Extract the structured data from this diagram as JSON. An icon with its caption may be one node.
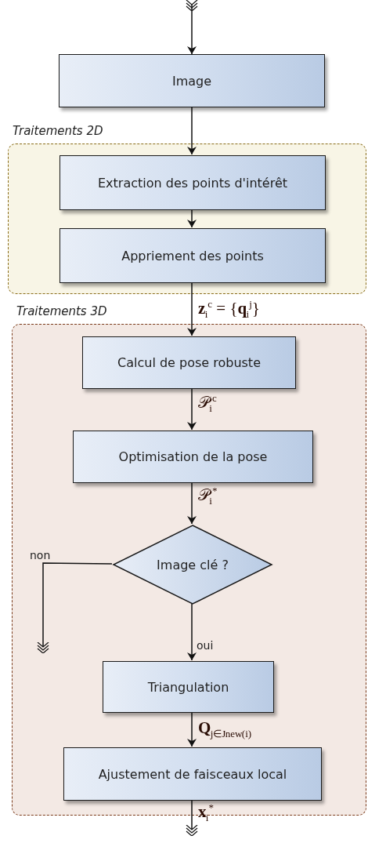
{
  "diagram": {
    "nodes": [
      {
        "text": [
          "Image"
        ]
      },
      {
        "text": [
          "Traitements 2D"
        ]
      },
      {
        "text": [
          "Extraction des points d'intérêt"
        ],
        "in": 1
      },
      {
        "text": [
          "Appriement des points"
        ],
        "in": 1
      },
      {
        "text": [
          "Traitements 3D"
        ]
      },
      {
        "text": [
          "Calcul de pose robuste"
        ],
        "in": 4
      },
      {
        "text": [
          "Optimisation de la pose"
        ],
        "in": 4
      },
      {
        "text": [
          "Image clé ?"
        ],
        "in": 4
      },
      {
        "text": [
          "Triangulation"
        ],
        "in": 4
      },
      {
        "text": [
          "Ajustement de faisceaux local"
        ],
        "in": 4
      }
    ],
    "edges": [
      {
        "from": null,
        "to": 0,
        "arrow": "to"
      },
      {
        "from": 0,
        "to": 2,
        "arrow": "to"
      },
      {
        "from": 2,
        "to": 3,
        "arrow": "to"
      },
      {
        "from": 3,
        "to": 5,
        "arrow": "to",
        "label": "**z**$_{i}$$^{c}$ = {**q**$_{i}$$^{j}$}"
      },
      {
        "from": 5,
        "to": 6,
        "arrow": "to",
        "label": "𝒫$_{i}$$^{c}$"
      },
      {
        "from": 6,
        "to": 7,
        "arrow": "to",
        "label": "𝒫$_{i}$$^{*}$"
      },
      {
        "from": 7,
        "to": null,
        "arrow": "to",
        "label": "non"
      },
      {
        "from": 7,
        "to": 8,
        "arrow": "to",
        "label": "oui"
      },
      {
        "from": 8,
        "to": 9,
        "arrow": "to",
        "label": "**Q**$_{j∈J}$$_{new}$$_{(i)}$"
      },
      {
        "from": 9,
        "to": null,
        "arrow": "to",
        "label": "**x**$_{i}$$^{*}$"
      }
    ]
  }
}
